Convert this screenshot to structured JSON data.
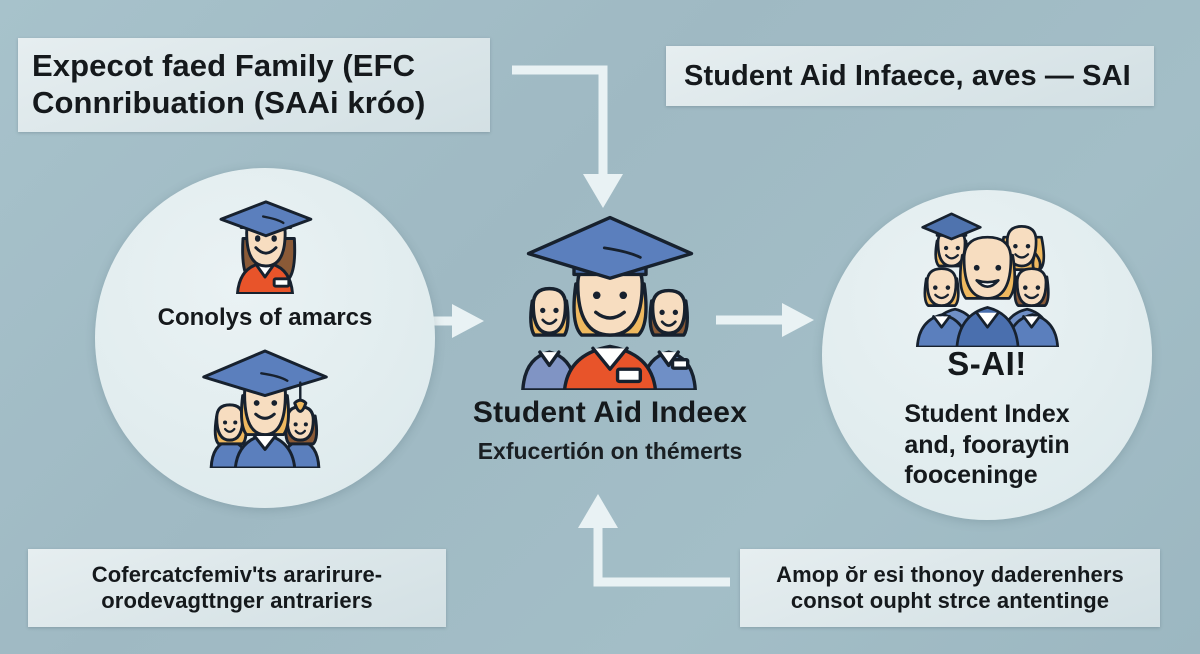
{
  "diagram": {
    "title_top_left": "Expecot faed Family (EFC Connribuation (SAAi króo)",
    "title_top_right": "Student Aid Infaece, aves — SAI"
  },
  "boxes": {
    "efc": {
      "line1": "Expecot faed Family (EFC",
      "line2": "Connribuation (SAAi króo)"
    },
    "sai": {
      "line1": "Student Aid Infaece, aves  — SAI"
    },
    "bottom_left": {
      "line1": "Cofercatcfemiv'ts ararirure-",
      "line2": "orodevagttnger antrariers"
    },
    "bottom_right": {
      "line1": "Amop ŏr esi thonoy daderenhers",
      "line2": "consot oupht strce antentinge"
    }
  },
  "left_circle": {
    "caption": "Conolys of amarcs",
    "top_icon": "graduate-single-icon",
    "bottom_icon": "graduate-family-icon"
  },
  "center": {
    "icon": "graduates-group-icon",
    "title": "Student Aid Indeex",
    "subtitle": "Exfucertión on thémerts"
  },
  "right_circle": {
    "icon": "family-group-icon",
    "tag": "S-AI!",
    "line1": "Student Index",
    "line2": "and, fooraytin",
    "line3": "fooceninge"
  },
  "arrows": [
    {
      "name": "arrow-efc-to-center",
      "shape": "elbow-right-down"
    },
    {
      "name": "arrow-left-circle-to-center",
      "shape": "straight-right"
    },
    {
      "name": "arrow-center-to-right-circle",
      "shape": "straight-right"
    },
    {
      "name": "arrow-bottom-right-to-center",
      "shape": "elbow-left-up"
    }
  ],
  "colors": {
    "background": "#a3bec7",
    "panel": "#e0eaed",
    "circle": "#e3edf0",
    "arrow": "#e9f2f4",
    "cap_blue": "#4f73ae",
    "gown_blue": "#5b7fbd",
    "accent_orange": "#e8542a",
    "skin": "#f7ddc0",
    "hair_blonde": "#efb95f",
    "hair_brown": "#8a5a37",
    "outline": "#17212e",
    "text": "#15191c"
  }
}
